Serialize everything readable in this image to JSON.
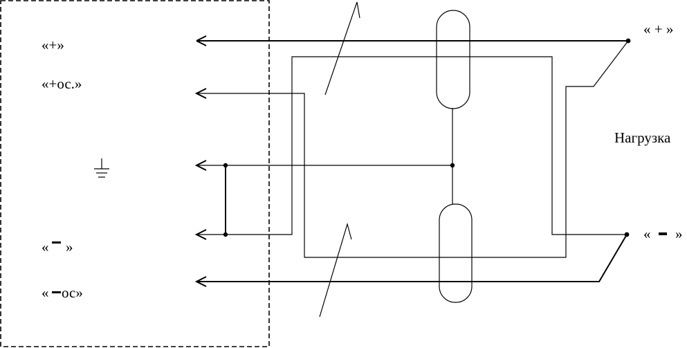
{
  "device_terminals": {
    "plus": "«+»",
    "plus_sense": "«+ос.»",
    "minus": "«",
    "minus_sense_sign": "«",
    "minus_sense_rest": "ос»"
  },
  "load": {
    "label": "Нагрузка",
    "plus": "« + »",
    "minus_open": "«",
    "minus_close": "»"
  },
  "minus_closing": "»"
}
